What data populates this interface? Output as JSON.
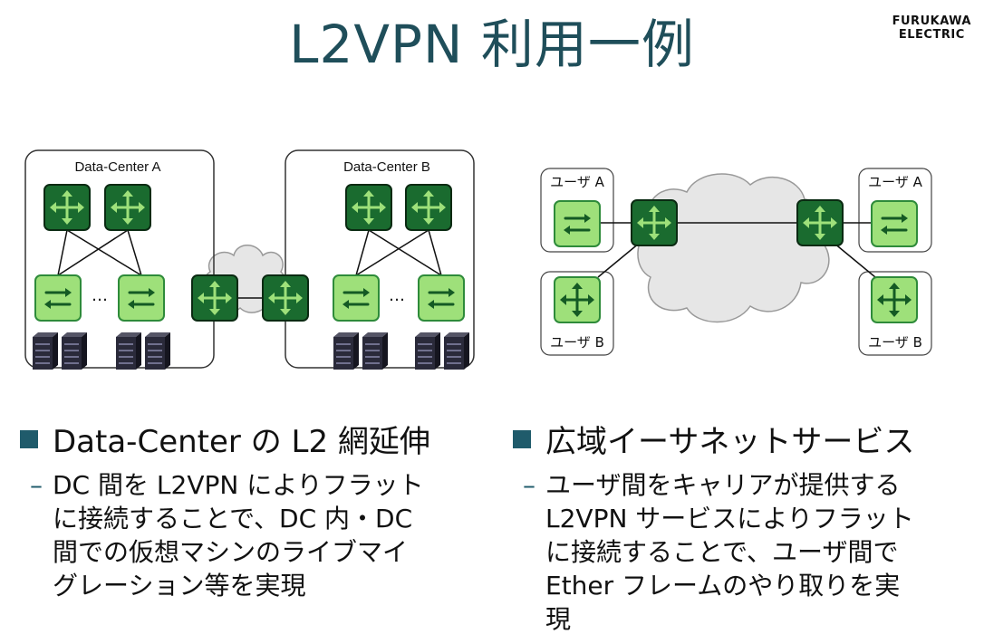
{
  "title": "L2VPN 利用一例",
  "logo": {
    "line1": "FURUKAWA",
    "line2": "ELECTRIC"
  },
  "diagram_left": {
    "dc_a_label": "Data-Center A",
    "dc_b_label": "Data-Center B",
    "ellipsis": "…"
  },
  "diagram_right": {
    "user_a_left": "ユーザ A",
    "user_b_left": "ユーザ B",
    "user_a_right": "ユーザ A",
    "user_b_right": "ユーザ B"
  },
  "bullets": [
    {
      "heading": "Data-Center の L2 網延伸",
      "dash": "–",
      "text": "DC 間を L2VPN によりフラット\nに接続することで、DC 内・DC\n間での仮想マシンのライブマイ\nグレーション等を実現"
    },
    {
      "heading": "広域イーサネットサービス",
      "dash": "–",
      "text": "ユーザ間をキャリアが提供する\nL2VPN サービスによりフラット\nに接続することで、ユーザ間で\nEther フレームのやり取りを実\n現"
    }
  ],
  "colors": {
    "title": "#1f4e5a",
    "bullet_square": "#1f5b6b",
    "router_dark": "#1a6b2f",
    "switch_light": "#9ee07a"
  }
}
